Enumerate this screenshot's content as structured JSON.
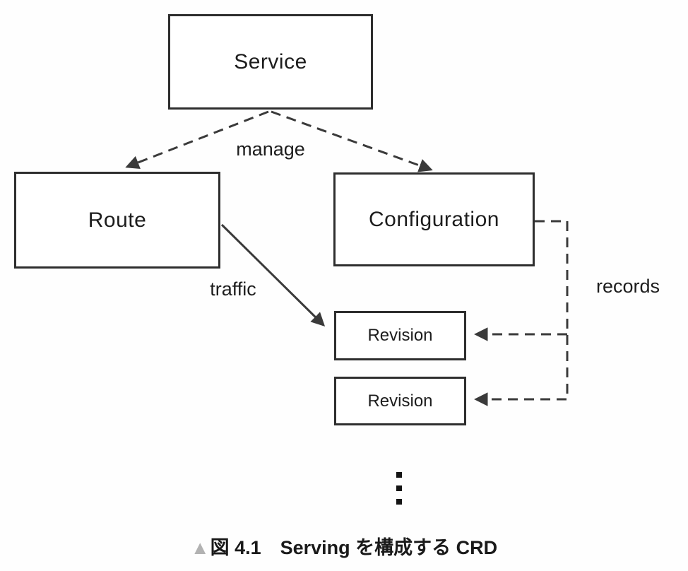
{
  "figure": {
    "nodes": {
      "service": "Service",
      "route": "Route",
      "configuration": "Configuration",
      "revision_1": "Revision",
      "revision_2": "Revision"
    },
    "edge_labels": {
      "manage": "manage",
      "traffic": "traffic",
      "records": "records"
    },
    "ellipsis_icon": "vertical-ellipsis"
  },
  "caption": {
    "marker": "▲",
    "text": "図 4.1　Serving を構成する CRD"
  },
  "colors": {
    "line": "#3a3a3a",
    "box_border": "#2e2e2e",
    "text": "#1d1d1d",
    "caption_marker": "#b2b2b2",
    "background": "#fefefe"
  }
}
